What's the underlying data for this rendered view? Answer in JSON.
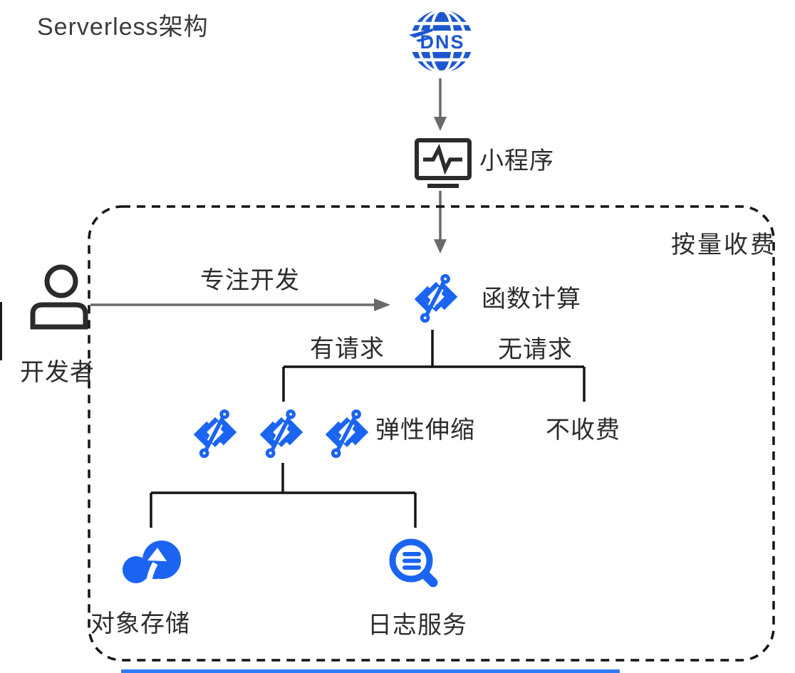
{
  "title": "Serverless架构",
  "zone_label": "按量收费",
  "nodes": {
    "dns": {
      "label": "DNS"
    },
    "mini_program": {
      "label": "小程序"
    },
    "developer": {
      "label": "开发者"
    },
    "function_compute": {
      "label": "函数计算"
    },
    "elastic_scaling": {
      "label": "弹性伸缩",
      "icon_count": 3
    },
    "no_charge": {
      "label": "不收费"
    },
    "object_storage": {
      "label": "对象存储"
    },
    "log_service": {
      "label": "日志服务"
    }
  },
  "edges": {
    "focus_dev": {
      "label": "专注开发"
    },
    "has_request": {
      "label": "有请求"
    },
    "no_request": {
      "label": "无请求"
    }
  },
  "colors": {
    "icon_blue": "#1b64f2",
    "dns_blue": "#1d57cf",
    "text_dark": "#2d2d2d",
    "arrow_gray": "#6a6a6a",
    "line_black": "#141414",
    "progress_blue": "#2e7bf7"
  }
}
